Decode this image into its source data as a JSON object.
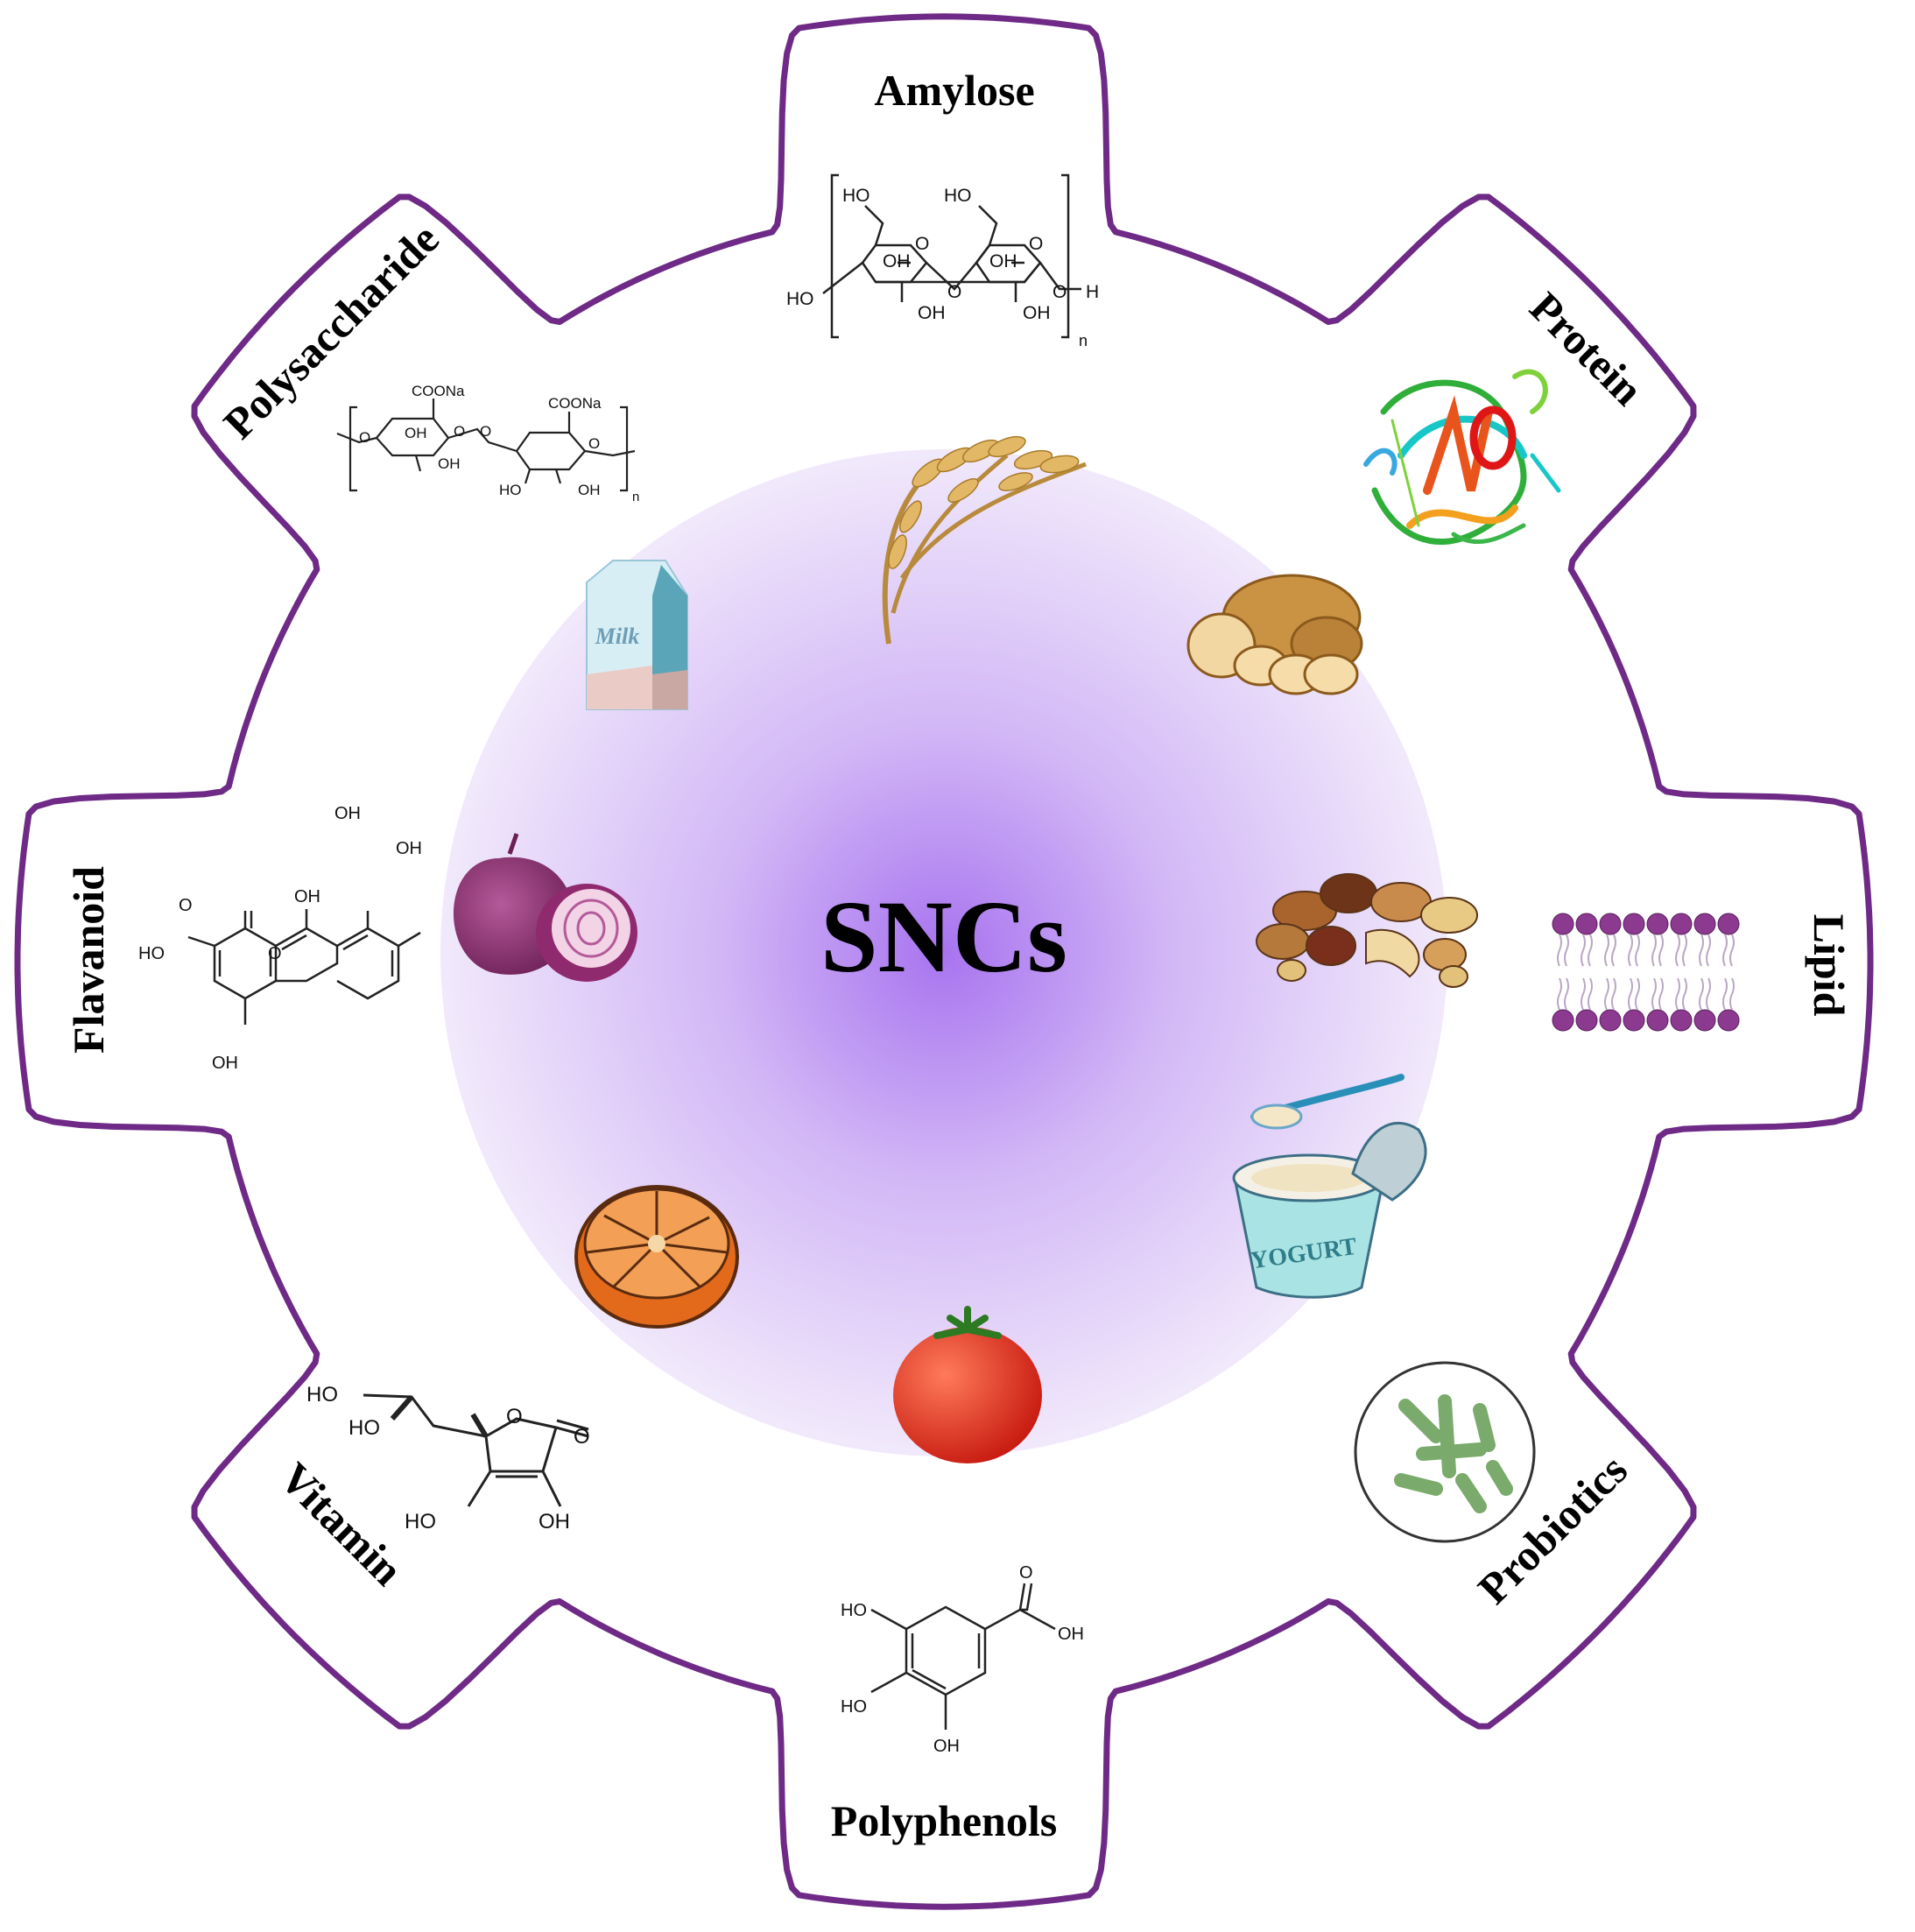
{
  "center": {
    "label": "SNCs"
  },
  "components": [
    {
      "id": "amylose",
      "label": "Amylose",
      "structure_icon": "amylose-structure"
    },
    {
      "id": "protein",
      "label": "Protein",
      "structure_icon": "protein-ribbon"
    },
    {
      "id": "lipid",
      "label": "Lipid",
      "structure_icon": "lipid-bilayer"
    },
    {
      "id": "probiotics",
      "label": "Probiotics",
      "structure_icon": "bacteria-dish"
    },
    {
      "id": "polyphenols",
      "label": "Polyphenols",
      "structure_icon": "gallic-acid-structure"
    },
    {
      "id": "vitamin",
      "label": "Vitamin",
      "structure_icon": "ascorbic-acid-structure"
    },
    {
      "id": "flavanoid",
      "label": "Flavanoid",
      "structure_icon": "flavonol-structure"
    },
    {
      "id": "polysaccharide",
      "label": "Polysaccharide",
      "structure_icon": "alginate-structure"
    }
  ],
  "foods": [
    "wheat",
    "potato",
    "nuts",
    "yogurt",
    "tomato",
    "orange",
    "onion",
    "milk"
  ],
  "food_text": {
    "milk": "Milk",
    "yogurt": "YOGURT"
  },
  "chem_labels": {
    "amylose": {
      "ho1": "HO",
      "ho2": "HO",
      "ho3": "HO",
      "oh1": "OH",
      "oh2": "OH",
      "oh3": "OH",
      "oh4": "OH",
      "o1": "O",
      "o2": "O",
      "o3": "O",
      "o4": "O",
      "h": "H",
      "n": "n"
    },
    "polysaccharide": {
      "coona1": "COONa",
      "coona2": "COONa",
      "oh1": "OH",
      "oh2": "OH",
      "oh3": "OH",
      "ho1": "HO",
      "o1": "O",
      "o2": "O",
      "o3": "O",
      "o4": "O",
      "n": "n"
    },
    "flavanoid": {
      "oh_a": "OH",
      "oh_b": "OH",
      "oh_c": "OH",
      "oh_d": "OH",
      "ho_e": "HO",
      "o_ketone": "O",
      "o_ring": "O"
    },
    "vitamin": {
      "ho_top": "HO",
      "ho_mid": "HO",
      "ho_bot": "HO",
      "oh_bot": "OH",
      "o_ring": "O",
      "o_ketone": "O"
    },
    "polyphenols": {
      "ho1": "HO",
      "ho2": "HO",
      "oh_bot": "OH",
      "oh_acid": "OH",
      "o_acid": "O"
    }
  },
  "colors": {
    "gear_outline": "#6e2a86",
    "center_core": "#b07ef0",
    "center_edge": "#efe6fb"
  }
}
